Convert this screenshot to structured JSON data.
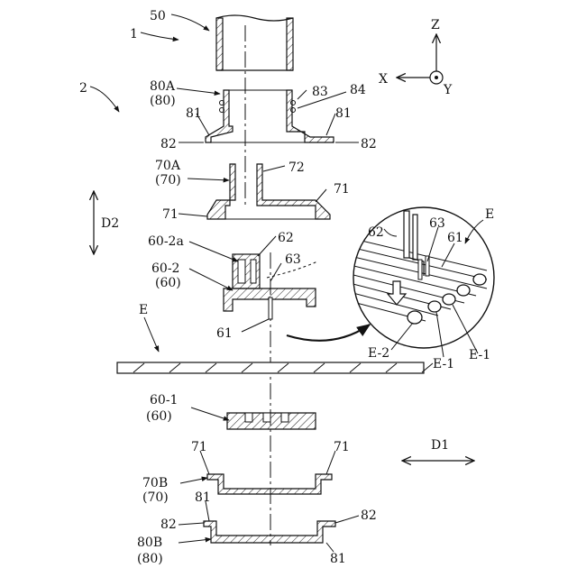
{
  "labels": {
    "l50": "50",
    "l1": "1",
    "l2": "2",
    "l80A": "80A",
    "l80A_p": "(80)",
    "l83": "83",
    "l84": "84",
    "l81_ul": "81",
    "l81_ur": "81",
    "l82_ul": "82",
    "l82_ur": "82",
    "l70A": "70A",
    "l70A_p": "(70)",
    "l72": "72",
    "l71_ur": "71",
    "l71_ul": "71",
    "lD2": "D2",
    "l60_2a": "60-2a",
    "l62": "62",
    "l60_2": "60-2",
    "l60_2_p": "(60)",
    "l63": "63",
    "l61": "61",
    "lE_left": "E",
    "l60_1": "60-1",
    "l60_1_p": "(60)",
    "l71_ll": "71",
    "l71_lr": "71",
    "l70B": "70B",
    "l70B_p": "(70)",
    "l81_ll": "81",
    "l82_ll": "82",
    "l82_lr": "82",
    "l80B": "80B",
    "l80B_p": "(80)",
    "l81_lr": "81",
    "lD1": "D1",
    "axisZ": "Z",
    "axisX": "X",
    "axisY": "Y",
    "det62": "62",
    "det63": "63",
    "det61": "61",
    "detE": "E",
    "detE2": "E-2",
    "detE1a": "E-1",
    "detE1b": "E-1"
  }
}
